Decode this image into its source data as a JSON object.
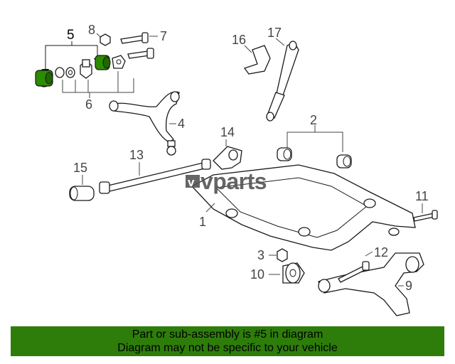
{
  "callouts": {
    "c1": "1",
    "c2": "2",
    "c3": "3",
    "c4": "4",
    "c5": "5",
    "c6": "6",
    "c7": "7",
    "c8": "8",
    "c9": "9",
    "c10": "10",
    "c11": "11",
    "c12": "12",
    "c13": "13",
    "c14": "14",
    "c15": "15",
    "c16": "16",
    "c17": "17"
  },
  "highlight_part": "5",
  "highlight_color": "#2c8c00",
  "watermark": {
    "text": "vparts",
    "glyph": "v"
  },
  "banner": {
    "line1": "Part or sub-assembly is #5 in diagram",
    "line2": "Diagram may not be specific to your vehicle",
    "color": "#2e7d0a"
  }
}
